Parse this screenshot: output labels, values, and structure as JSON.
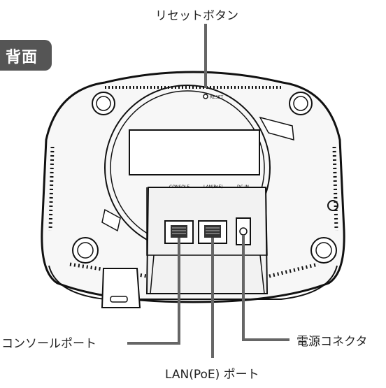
{
  "badge": {
    "label": "背面"
  },
  "callouts": {
    "reset": "リセットボタン",
    "console": "コンソールポート",
    "power": "電源コネクタ",
    "lan": "LAN(PoE) ポート"
  },
  "device": {
    "port_labels": {
      "console": "CONSOLE",
      "lan": "LAN(PoE)",
      "dc": "DC IN"
    },
    "reset_marking": "RESET"
  },
  "colors": {
    "device_outline": "#111111",
    "leader_line": "#666666",
    "badge_bg": "#555555",
    "text": "#222222"
  }
}
